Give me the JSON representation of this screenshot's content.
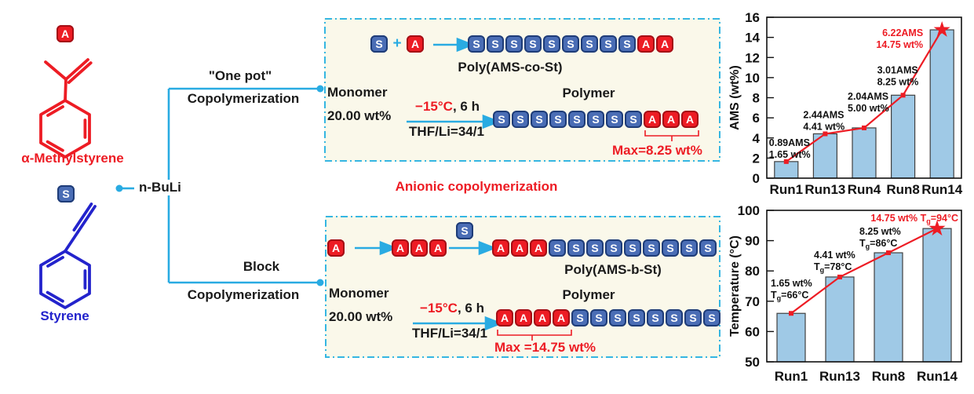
{
  "colors": {
    "accent_cyan": "#29ABE2",
    "red": "#ED1C24",
    "monomer_blue": "#4A6DB5",
    "styrene_blue": "#2323CC",
    "cream_box": "#FAF8EA",
    "dash_border": "#35B6E2",
    "bar_fill": "#9FC9E6"
  },
  "left_panel": {
    "ams_badge": "A",
    "ams_name": "α-Methylstyrene",
    "st_badge": "S",
    "st_name": "Styrene",
    "initiator": "n-BuLi"
  },
  "branches": {
    "one_pot_line1": "\"One pot\"",
    "one_pot_line2": "Copolymerization",
    "block_line1": "Block",
    "block_line2": "Copolymerization"
  },
  "caption": "Anionic copolymerization",
  "one_pot_box": {
    "reactant_s": "S",
    "plus": "+",
    "reactant_a": "A",
    "chain1": "SSSSSSSSSAA",
    "product": "Poly(AMS-co-St)",
    "monomer_label": "Monomer",
    "monomer_value": "20.00 wt%",
    "cond_red": "−15°C",
    "cond_black": ", 6 h",
    "cond_bottom": "THF/Li=34/1",
    "polymer_label": "Polymer",
    "chain2": "SSSSSSSSAAA",
    "max_label": "Max=8.25 wt%"
  },
  "block_box": {
    "reactant_a": "A",
    "chain_a": "AAA",
    "s_label": "S",
    "chain1": "AAASSSSSSSSS",
    "product": "Poly(AMS-b-St)",
    "monomer_label": "Monomer",
    "monomer_value": "20.00 wt%",
    "cond_red": "−15°C",
    "cond_black": ", 6 h",
    "cond_bottom": "THF/Li=34/1",
    "polymer_label": "Polymer",
    "chain2": "AAAASSSSSSSS",
    "max_label": "Max =14.75 wt%"
  },
  "chart_data": [
    {
      "type": "bar",
      "ylabel": "AMS (wt%)",
      "categories": [
        "Run1",
        "Run13",
        "Run4",
        "Run8",
        "Run14"
      ],
      "values": [
        1.65,
        4.41,
        5.0,
        8.25,
        14.75
      ],
      "line_values": [
        1.65,
        4.41,
        5.0,
        8.25,
        14.75
      ],
      "ylim": [
        0,
        16
      ],
      "yticks": [
        0,
        2,
        4,
        6,
        8,
        10,
        12,
        14,
        16
      ],
      "grid": false,
      "legend": "none",
      "last_marker": "star",
      "annotations": [
        {
          "lines": [
            "0.89AMS",
            "1.65 wt%"
          ],
          "color": "black",
          "dx": -22,
          "dy": -20,
          "anchor": "start"
        },
        {
          "lines": [
            "2.44AMS",
            "4.41 wt%"
          ],
          "color": "black",
          "dx": -28,
          "dy": -20,
          "anchor": "start"
        },
        {
          "lines": [
            "2.04AMS",
            "5.00 wt%"
          ],
          "color": "black",
          "dx": -21,
          "dy": -36,
          "anchor": "start"
        },
        {
          "lines": [
            "3.01AMS",
            "8.25 wt%"
          ],
          "color": "black",
          "dx": -33,
          "dy": -28,
          "anchor": "start"
        },
        {
          "lines": [
            "6.22AMS",
            "14.75 wt%"
          ],
          "color": "red",
          "dx": -24,
          "dy": 8,
          "anchor": "end"
        }
      ]
    },
    {
      "type": "bar",
      "ylabel": "Temperature (°C)",
      "categories": [
        "Run1",
        "Run13",
        "Run8",
        "Run14"
      ],
      "values": [
        66,
        78,
        86,
        94
      ],
      "line_values": [
        66,
        78,
        86,
        94
      ],
      "ylim": [
        50,
        100
      ],
      "yticks": [
        50,
        60,
        70,
        80,
        90,
        100
      ],
      "grid": false,
      "legend": "none",
      "last_marker": "star",
      "annotations": [
        {
          "lines": [
            "1.65 wt%",
            "T_g=66°C"
          ],
          "color": "black",
          "dx": -26,
          "dy": -34,
          "anchor": "start"
        },
        {
          "lines": [
            "4.41 wt%",
            "T_g=78°C"
          ],
          "color": "black",
          "dx": -33,
          "dy": -24,
          "anchor": "start"
        },
        {
          "lines": [
            "8.25 wt%",
            "T_g=86°C"
          ],
          "color": "black",
          "dx": -37,
          "dy": -23,
          "anchor": "start"
        },
        {
          "lines": [
            "14.75 wt% T_g=94°C"
          ],
          "color": "red",
          "dx": 27,
          "dy": -9,
          "anchor": "end"
        }
      ]
    }
  ]
}
